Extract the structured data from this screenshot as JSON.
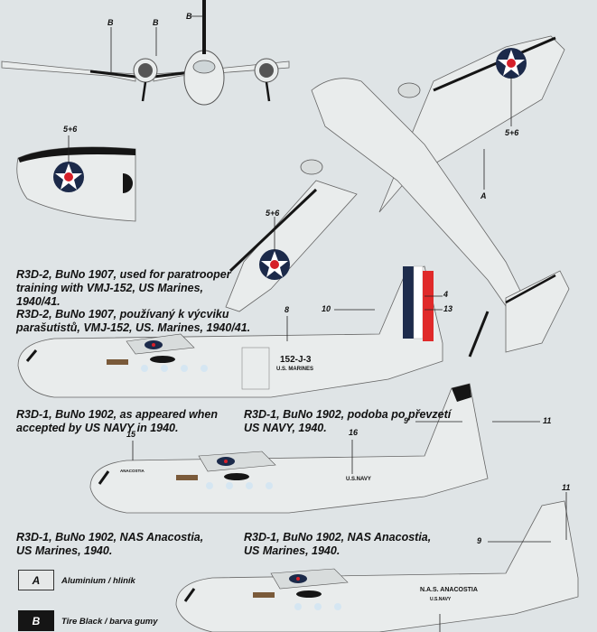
{
  "captions": {
    "r3d2_en": [
      "R3D-2, BuNo 1907, used for paratrooper",
      "training with VMJ-152, US Marines,",
      "1940/41."
    ],
    "r3d2_cz": [
      "R3D-2, BuNo 1907, používaný k výcviku",
      "parašutistů, VMJ-152, US. Marines, 1940/41."
    ],
    "r3d1_navy_en": [
      "R3D-1, BuNo 1902, as appeared when",
      "accepted by US NAVY in 1940."
    ],
    "r3d1_navy_cz": [
      "R3D-1, BuNo 1902, podoba po převzetí",
      "US NAVY, 1940."
    ],
    "r3d1_nas_en": [
      "R3D-1, BuNo 1902, NAS Anacostia,",
      "US Marines, 1940."
    ],
    "r3d1_nas_cz": [
      "R3D-1, BuNo 1902, NAS Anacostia,",
      "US Marines, 1940."
    ]
  },
  "callouts": {
    "b_left": "B",
    "b_mid": "B",
    "b_top": "B",
    "five6_wing": "5+6",
    "five6_tip": "5+6",
    "five6_left": "5+6",
    "a_top": "A",
    "c4": "4",
    "c8": "8",
    "c10": "10",
    "c13": "13",
    "c9a": "9",
    "c11a": "11",
    "c15": "15",
    "c16": "16",
    "c9b": "9",
    "c11b": "11"
  },
  "markings": {
    "r3d2_code": "152-J-3",
    "r3d2_service": "U.S. MARINES",
    "navy_service": "U.S.NAVY",
    "anacostia_small": "ANACOSTIA",
    "nas_name": "N.A.S. ANACOSTIA",
    "nas_service": "U.S.NAVY"
  },
  "legend": {
    "a_letter": "A",
    "a_label": "Aluminium / hliník",
    "b_letter": "B",
    "b_label": "Tire Black / barva gumy"
  },
  "colors": {
    "background": "#dfe4e6",
    "aluminium": "#e9ecec",
    "tire_black": "#151515",
    "insignia_blue": "#1c2a4a",
    "insignia_red": "#d6202a",
    "rudder_red": "#e02a2a",
    "rudder_blue": "#1e2c4c"
  }
}
